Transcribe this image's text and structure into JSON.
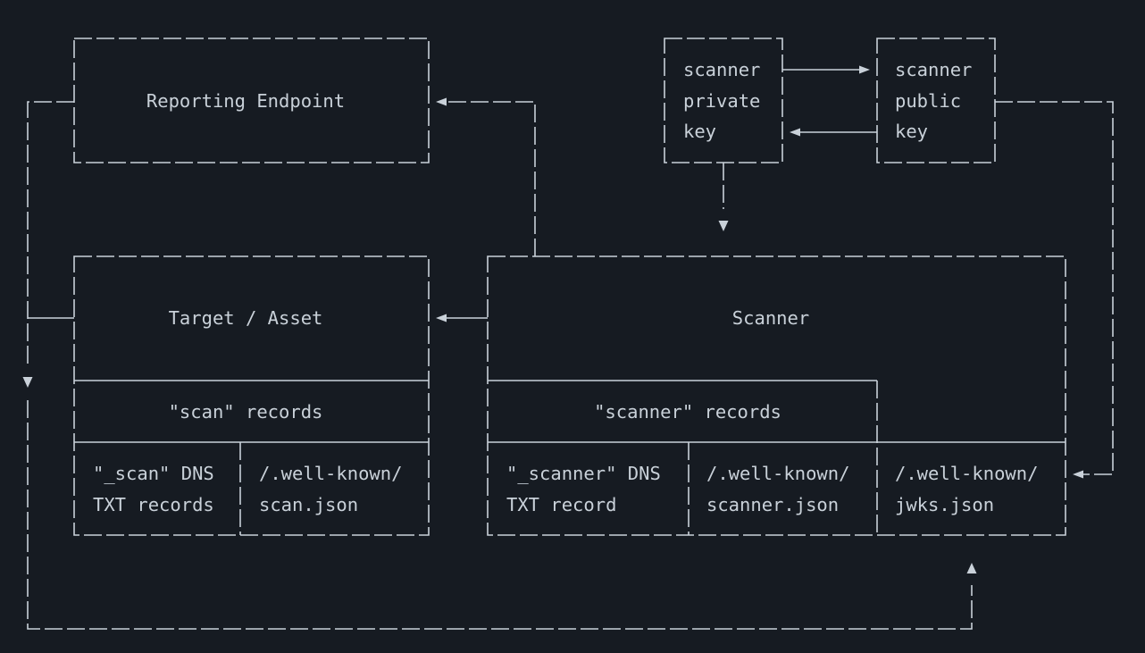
{
  "nodes": {
    "reporting_endpoint": "Reporting Endpoint",
    "scanner_private_key": [
      "scanner",
      "private",
      "key"
    ],
    "scanner_public_key": [
      "scanner",
      "public",
      "key"
    ],
    "target_asset": "Target / Asset",
    "scan_records": "\"scan\" records",
    "scan_dns_txt": [
      "\"_scan\" DNS",
      "TXT records"
    ],
    "scan_json": [
      "/.well-known/",
      "scan.json"
    ],
    "scanner": "Scanner",
    "scanner_records": "\"scanner\" records",
    "scanner_dns_txt": [
      "\"_scanner\" DNS",
      "TXT record"
    ],
    "scanner_json": [
      "/.well-known/",
      "scanner.json"
    ],
    "jwks_json": [
      "/.well-known/",
      "jwks.json"
    ]
  },
  "colors": {
    "background": "#161b22",
    "foreground": "#c9d1d9"
  }
}
